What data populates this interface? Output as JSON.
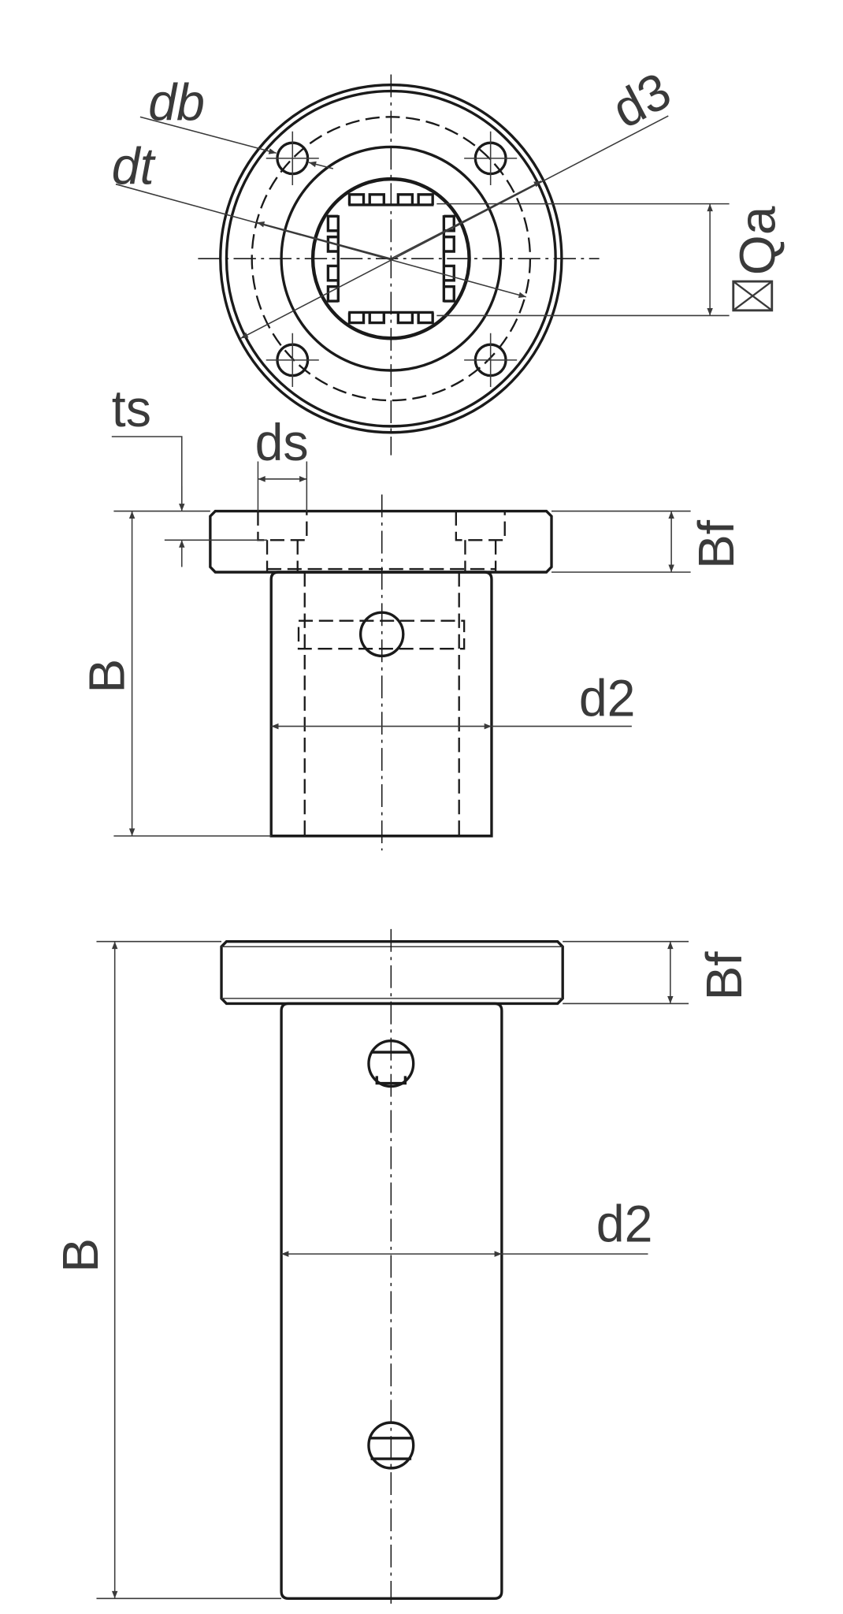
{
  "labels": {
    "db": "db",
    "dt": "dt",
    "d3": "d3",
    "qa": "Qa",
    "ts": "ts",
    "ds": "ds",
    "bf_side": "Bf",
    "b_side": "B",
    "d2_side": "d2",
    "bf_front": "Bf",
    "b_front": "B",
    "d2_front": "d2"
  },
  "icons": {
    "square_symbol": "square-with-cross-icon"
  },
  "colors": {
    "line": "#1a1a1a",
    "text": "#3a3a3a"
  }
}
